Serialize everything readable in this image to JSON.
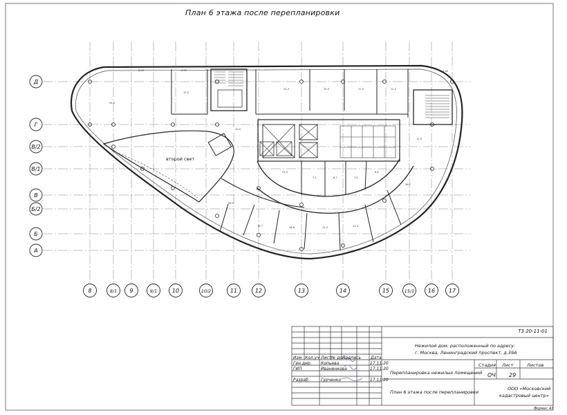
{
  "title": "План 6 этажа после перепланировки",
  "rows": [
    "Д",
    "Г",
    "В/2",
    "В/1",
    "В",
    "Б/2",
    "Б",
    "А"
  ],
  "columns": [
    "8",
    "8/1",
    "9",
    "9/1",
    "10",
    "10/2",
    "11",
    "12",
    "13",
    "14",
    "15",
    "15/1",
    "16",
    "17"
  ],
  "second_light_label": "второй свет",
  "stamp": {
    "code": "ТЗ 20-11-01",
    "address_line1": "Нежилой дом, расположенный по адресу:",
    "address_line2": "г. Москва, Ленинградский проспект, д.39А",
    "work_title": "Перепланировка нежилых помещений",
    "sheet_title": "План 6 этажа после перепланировки",
    "stage_header": "Стадия",
    "sheet_header": "Лист",
    "sheets_header": "Листов",
    "stage_value": "ОЧ",
    "sheet_value": "29",
    "org_line1": "ООО «Московский",
    "org_line2": "кадастровый центр»",
    "table_header": [
      "Изм.",
      "Кол.уч",
      "Лист",
      "№ док.",
      "Подпись",
      "Дата"
    ],
    "staff": [
      {
        "role": "Ген.дир.",
        "name": "Копьева",
        "date": "17.11.20"
      },
      {
        "role": "ГИП",
        "name": "Иваненкова",
        "date": "17.11.20"
      },
      {
        "role": "Разраб.",
        "name": "Гурченко",
        "date": "17.11.20"
      }
    ]
  },
  "format_label": "Формат А3"
}
